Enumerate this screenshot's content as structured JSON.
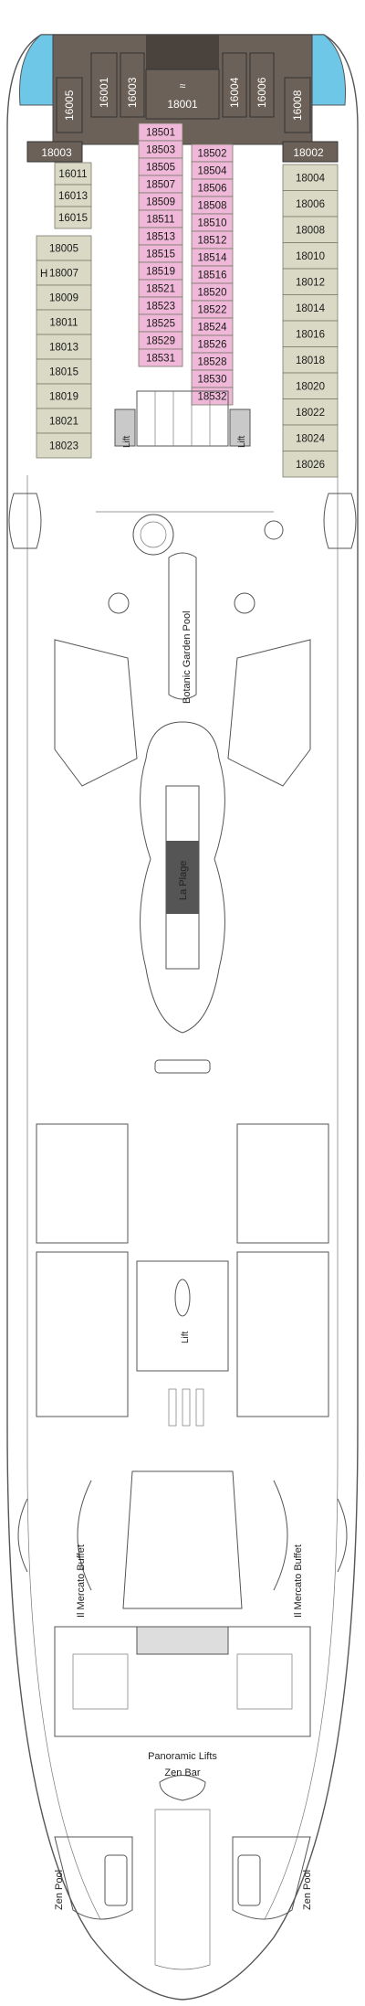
{
  "colors": {
    "hull_outline": "#555555",
    "suite_dark": "#6b6158",
    "suite_top": "#4a433d",
    "glass_blue": "#6ec7e6",
    "cabin_grey": "#d9d9c6",
    "cabin_pink": "#f0b8d8",
    "cabin_border": "#7a7a6a",
    "lift_block": "#c9c9c9"
  },
  "suites": {
    "aft_main": "18001",
    "port_corner": "18003",
    "stbd_corner": "18002",
    "small": [
      "16005",
      "16001",
      "16003",
      "16004",
      "16006",
      "16008"
    ]
  },
  "cabins": {
    "port_outer": [
      "18005",
      "18007",
      "18009",
      "18011",
      "18013",
      "18015",
      "18019",
      "18021",
      "18023"
    ],
    "port_inner": [
      "16011",
      "16013",
      "16015"
    ],
    "center_left": [
      "18501",
      "18503",
      "18505",
      "18507",
      "18509",
      "18511",
      "18513",
      "18515",
      "18519",
      "18521",
      "18523",
      "18525",
      "18529",
      "18531"
    ],
    "center_right": [
      "18502",
      "18504",
      "18506",
      "18508",
      "18510",
      "18512",
      "18514",
      "18516",
      "18520",
      "18522",
      "18524",
      "18526",
      "18528",
      "18530",
      "18532"
    ],
    "stbd_outer": [
      "18004",
      "18006",
      "18008",
      "18010",
      "18012",
      "18014",
      "18016",
      "18018",
      "18020",
      "18022",
      "18024",
      "18026"
    ],
    "marker_h": "H"
  },
  "venues": {
    "lift_left": "Lift",
    "lift_right": "Lift",
    "lift_mid": "Lift",
    "botanic_pool": "Botanic Garden Pool",
    "la_plage": "La Plage",
    "mercato_left": "Il Mercato Buffet",
    "mercato_right": "Il Mercato Buffet",
    "panoramic_lifts": "Panoramic Lifts",
    "zen_bar": "Zen Bar",
    "zen_pool_left": "Zen Pool",
    "zen_pool_right": "Zen Pool"
  }
}
